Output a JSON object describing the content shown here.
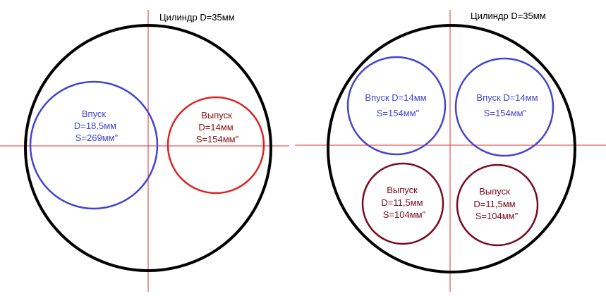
{
  "colors": {
    "cylinder": "#000000",
    "axis": "#e03030",
    "intake": "#4444cc",
    "exhaust_left": "#dd2222",
    "exhaust_right": "#7a0a20",
    "text_title": "#000000"
  },
  "left_diagram": {
    "title": "Цилиндр D=35мм",
    "intake": {
      "name": "Впуск",
      "diameter": "D=18,5мм",
      "area": "S=269мм\""
    },
    "exhaust": {
      "name": "Выпуск",
      "diameter": "D=14мм",
      "area": "S=154мм\""
    }
  },
  "right_diagram": {
    "title": "Цилиндр D=35мм",
    "intake_left": {
      "name": "Впуск D=14мм",
      "area": "S=154мм\""
    },
    "intake_right": {
      "name": "Впуск D=14мм",
      "area": "S=154мм\""
    },
    "exhaust_left": {
      "name": "Выпуск",
      "diameter": "D=11,5мм",
      "area": "S=104мм\""
    },
    "exhaust_right": {
      "name": "Выпуск",
      "diameter": "D=11,5мм",
      "area": "S=104мм\""
    }
  }
}
